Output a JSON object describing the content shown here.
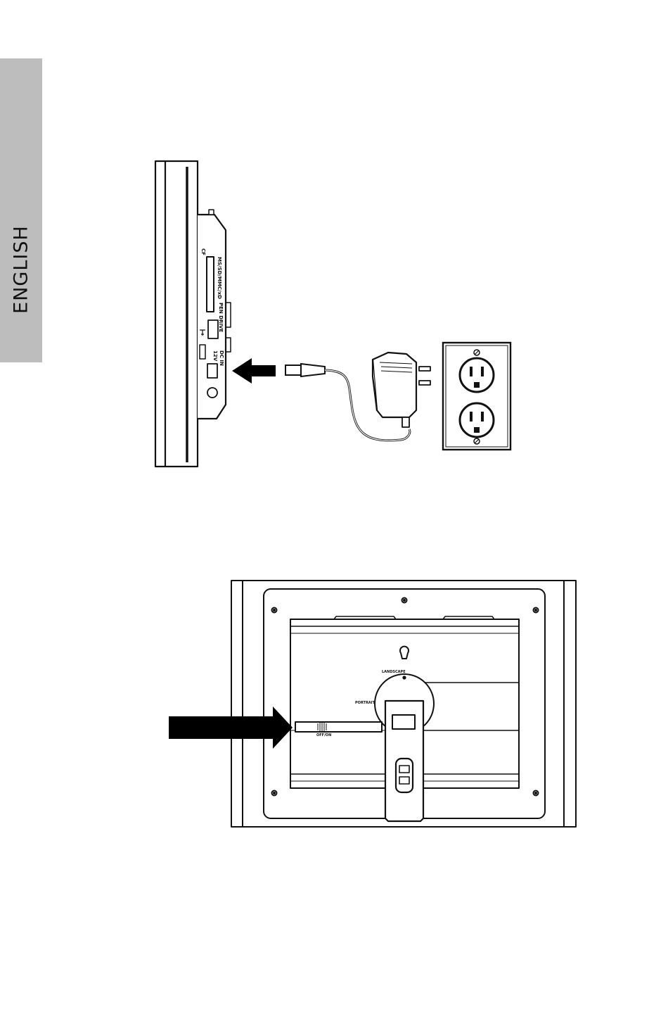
{
  "sidebar": {
    "language_label": "ENGLISH"
  },
  "figure_top": {
    "port_labels": {
      "cf": "CF",
      "ms_sd": "MS/SD/MMC/xD",
      "pen_drive": "PEN DRIVE",
      "dc_in": "DC IN",
      "volts": "12V"
    }
  },
  "figure_bottom": {
    "landscape_label": "LANDSCAPE",
    "portrait_label": "PORTRAIT",
    "switch_label": "OFF/ON"
  },
  "colors": {
    "tab": "#bdbdbd",
    "line": "#111111",
    "arrow": "#000000"
  }
}
